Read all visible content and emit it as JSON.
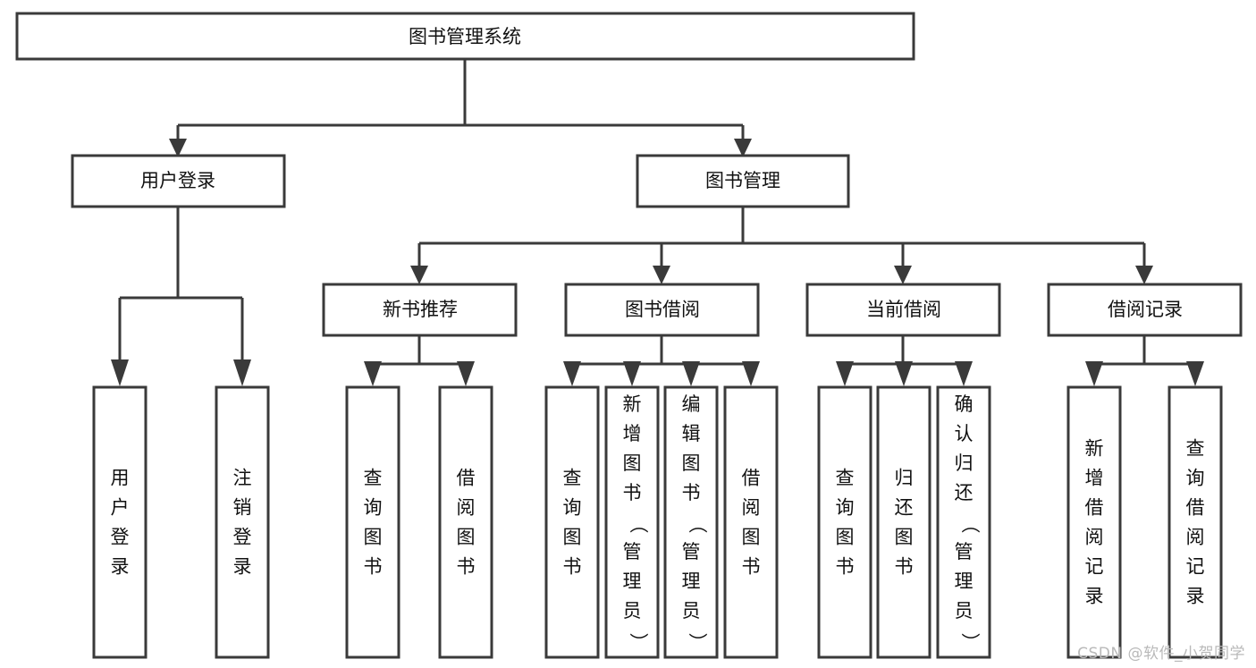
{
  "diagram": {
    "title": "图书管理系统",
    "watermark": "CSDN @软件_小贺同学",
    "root": {
      "id": "root",
      "label": "图书管理系统"
    },
    "level1": [
      {
        "id": "user-login",
        "label": "用户登录"
      },
      {
        "id": "book-manage",
        "label": "图书管理"
      }
    ],
    "level2": [
      {
        "id": "new-book-recommend",
        "label": "新书推荐",
        "parent": "book-manage"
      },
      {
        "id": "book-borrow",
        "label": "图书借阅",
        "parent": "book-manage"
      },
      {
        "id": "current-borrow",
        "label": "当前借阅",
        "parent": "book-manage"
      },
      {
        "id": "borrow-record",
        "label": "借阅记录",
        "parent": "book-manage"
      }
    ],
    "leaves": [
      {
        "id": "leaf-user-login",
        "label": "用户登录",
        "parent": "user-login"
      },
      {
        "id": "leaf-logout-login",
        "label": "注销登录",
        "parent": "user-login"
      },
      {
        "id": "leaf-query-book-1",
        "label": "查询图书",
        "parent": "new-book-recommend"
      },
      {
        "id": "leaf-borrow-book-1",
        "label": "借阅图书",
        "parent": "new-book-recommend"
      },
      {
        "id": "leaf-query-book-2",
        "label": "查询图书",
        "parent": "book-borrow"
      },
      {
        "id": "leaf-add-book-admin",
        "label": "新增图书（管理员）",
        "parent": "book-borrow"
      },
      {
        "id": "leaf-edit-book-admin",
        "label": "编辑图书（管理员）",
        "parent": "book-borrow"
      },
      {
        "id": "leaf-borrow-book-2",
        "label": "借阅图书",
        "parent": "book-borrow"
      },
      {
        "id": "leaf-query-book-3",
        "label": "查询图书",
        "parent": "current-borrow"
      },
      {
        "id": "leaf-return-book",
        "label": "归还图书",
        "parent": "current-borrow"
      },
      {
        "id": "leaf-confirm-return-admin",
        "label": "确认归还（管理员）",
        "parent": "current-borrow"
      },
      {
        "id": "leaf-add-borrow-record",
        "label": "新增借阅记录",
        "parent": "borrow-record"
      },
      {
        "id": "leaf-query-borrow-record",
        "label": "查询借阅记录",
        "parent": "borrow-record"
      }
    ],
    "colors": {
      "stroke": "#3a3a3a",
      "fill": "#ffffff",
      "text": "#111111",
      "watermark": "#b9b9b9"
    }
  }
}
